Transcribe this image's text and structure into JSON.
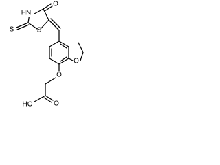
{
  "molecule": {
    "atoms": {
      "hn": "HN",
      "o_carbonyl": "O",
      "s_thione": "S",
      "s_ring": "S",
      "o_ethoxy": "O",
      "o_ether": "O",
      "o_acid": "O",
      "ho_acid": "HO"
    }
  }
}
